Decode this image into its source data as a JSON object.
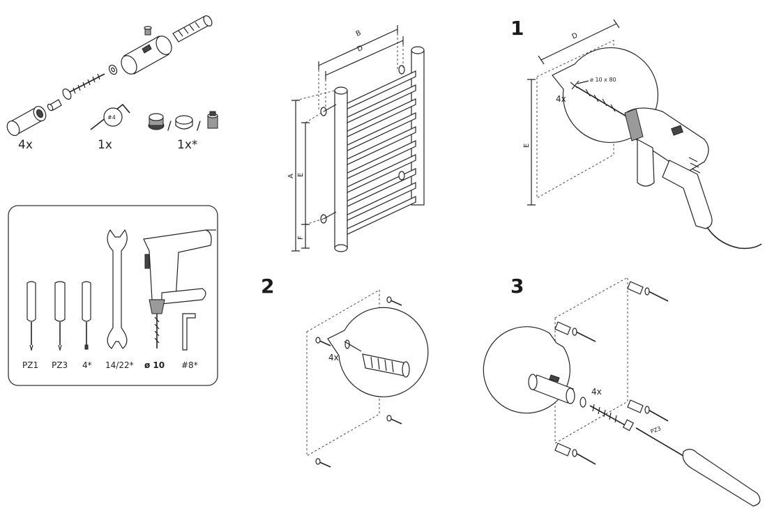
{
  "parts": {
    "qty_spacers": "4x",
    "qty_key": "1x",
    "qty_caps": "1x*",
    "key_label": "#4",
    "separator": "/"
  },
  "tools": {
    "items": [
      {
        "label": "PZ1"
      },
      {
        "label": "PZ3"
      },
      {
        "label": "4*"
      },
      {
        "label": "14/22*"
      },
      {
        "label": "ø 10"
      },
      {
        "label": "#8*"
      }
    ]
  },
  "radiator": {
    "dim_a": "A",
    "dim_b": "B",
    "dim_d": "D",
    "dim_e": "E",
    "dim_f": "F"
  },
  "step1": {
    "number": "1",
    "dim_d": "D",
    "dim_e": "E",
    "drill_spec": "ø 10 x 80",
    "qty": "4x"
  },
  "step2": {
    "number": "2",
    "qty": "4x"
  },
  "step3": {
    "number": "3",
    "qty": "4x",
    "screwdriver": "PZ3"
  }
}
